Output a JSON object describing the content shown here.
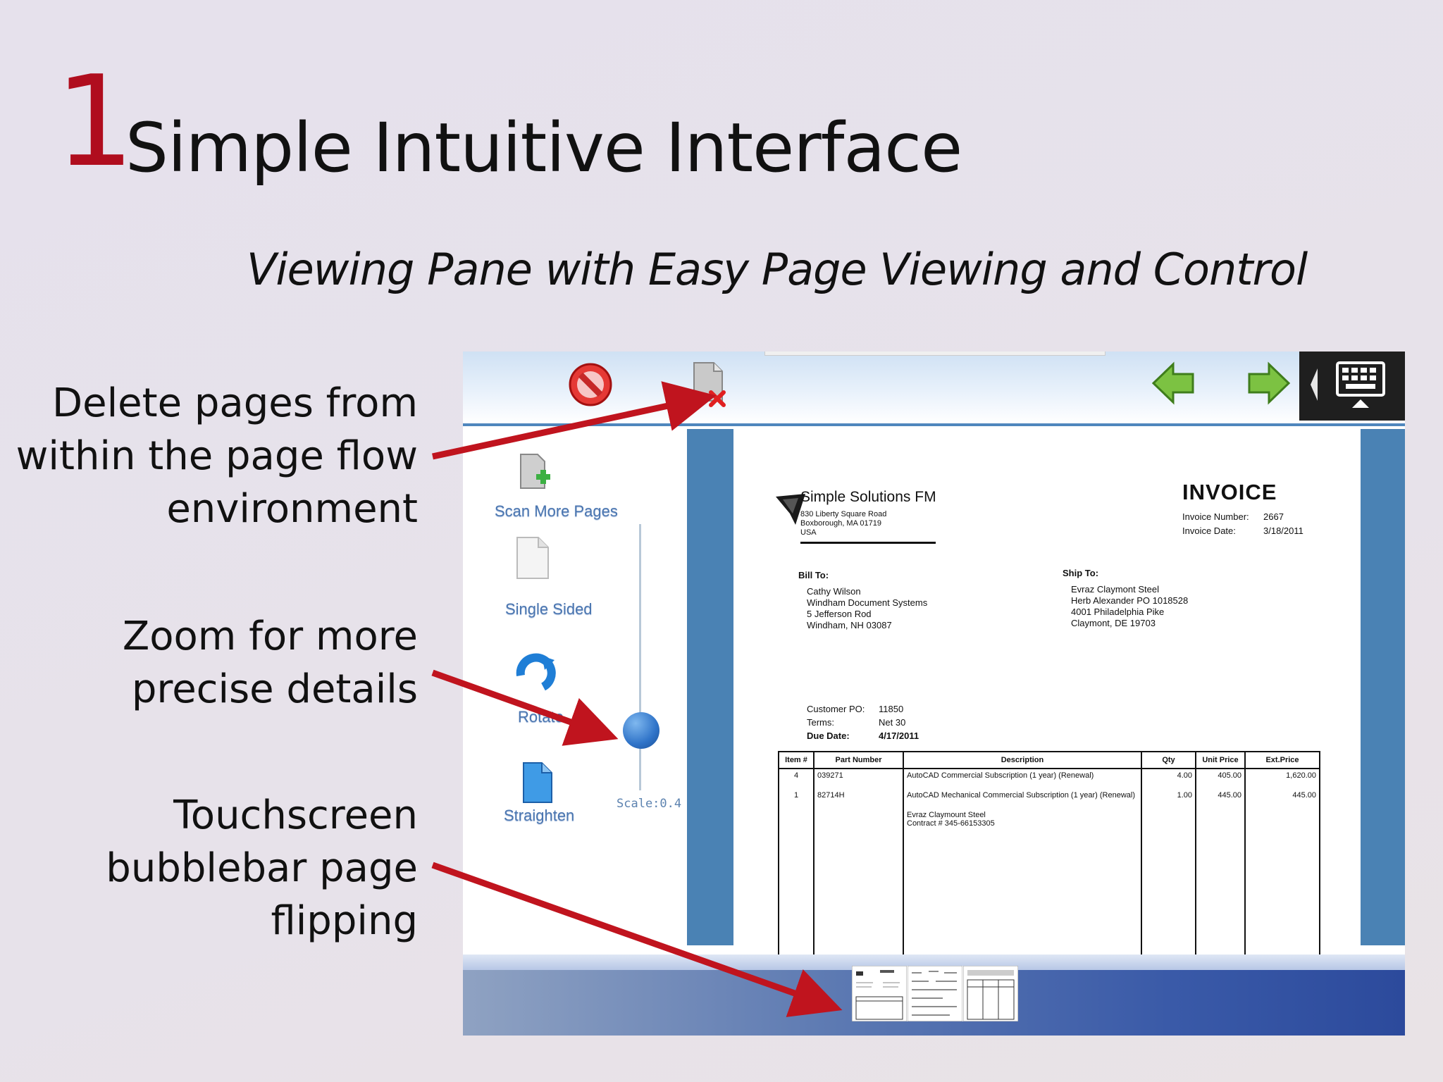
{
  "slide": {
    "number": "1",
    "title": "Simple Intuitive Interface",
    "subtitle": "Viewing Pane with Easy Page Viewing and Control"
  },
  "callouts": {
    "delete": [
      "Delete pages from",
      "within the page flow",
      "environment"
    ],
    "zoom": [
      "Zoom for more",
      "precise details"
    ],
    "flip": [
      "Touchscreen",
      "bubblebar page",
      "flipping"
    ]
  },
  "app": {
    "sidebar": {
      "scan_more": "Scan More Pages",
      "single_sided": "Single Sided",
      "rotate": "Rotate",
      "straighten": "Straighten"
    },
    "zoom": {
      "scale_label": "Scale:0.4"
    },
    "invoice": {
      "company": "Simple Solutions FM",
      "address": [
        "830 Liberty Square Road",
        "Boxborough, MA 01719",
        "USA"
      ],
      "title": "INVOICE",
      "number_label": "Invoice Number:",
      "number": "2667",
      "date_label": "Invoice Date:",
      "date": "3/18/2011",
      "bill_to_label": "Bill To:",
      "bill_to": [
        "Cathy Wilson",
        "Windham Document Systems",
        "5 Jefferson Rod",
        "Windham, NH 03087"
      ],
      "ship_to_label": "Ship To:",
      "ship_to": [
        "Evraz Claymont Steel",
        "Herb Alexander PO 1018528",
        "4001 Philadelphia Pike",
        "Claymont, DE 19703"
      ],
      "customer_po_label": "Customer PO:",
      "customer_po": "11850",
      "terms_label": "Terms:",
      "terms": "Net 30",
      "due_date_label": "Due Date:",
      "due_date": "4/17/2011",
      "columns": [
        "Item #",
        "Part Number",
        "Description",
        "Qty",
        "Unit Price",
        "Ext.Price"
      ],
      "rows": [
        {
          "item": "4",
          "part": "039271",
          "desc": "AutoCAD Commercial Subscription (1 year) (Renewal)",
          "desc2": "",
          "desc3": "",
          "qty": "4.00",
          "unit": "405.00",
          "ext": "1,620.00"
        },
        {
          "item": "1",
          "part": "82714H",
          "desc": "AutoCAD Mechanical Commercial Subscription (1 year) (Renewal)",
          "desc2": "Evraz Claymount Steel",
          "desc3": "Contract # 345-66153305",
          "qty": "1.00",
          "unit": "445.00",
          "ext": "445.00"
        }
      ]
    }
  },
  "icons": {
    "cancel": "cancel-icon",
    "delete_page": "delete-page-icon",
    "back": "back-arrow-icon",
    "forward": "forward-arrow-icon",
    "collapse": "collapse-icon",
    "keyboard": "keyboard-icon"
  },
  "colors": {
    "accent": "#b00d1e",
    "app_blue": "#4a82b4",
    "arrow": "#c0141e"
  }
}
